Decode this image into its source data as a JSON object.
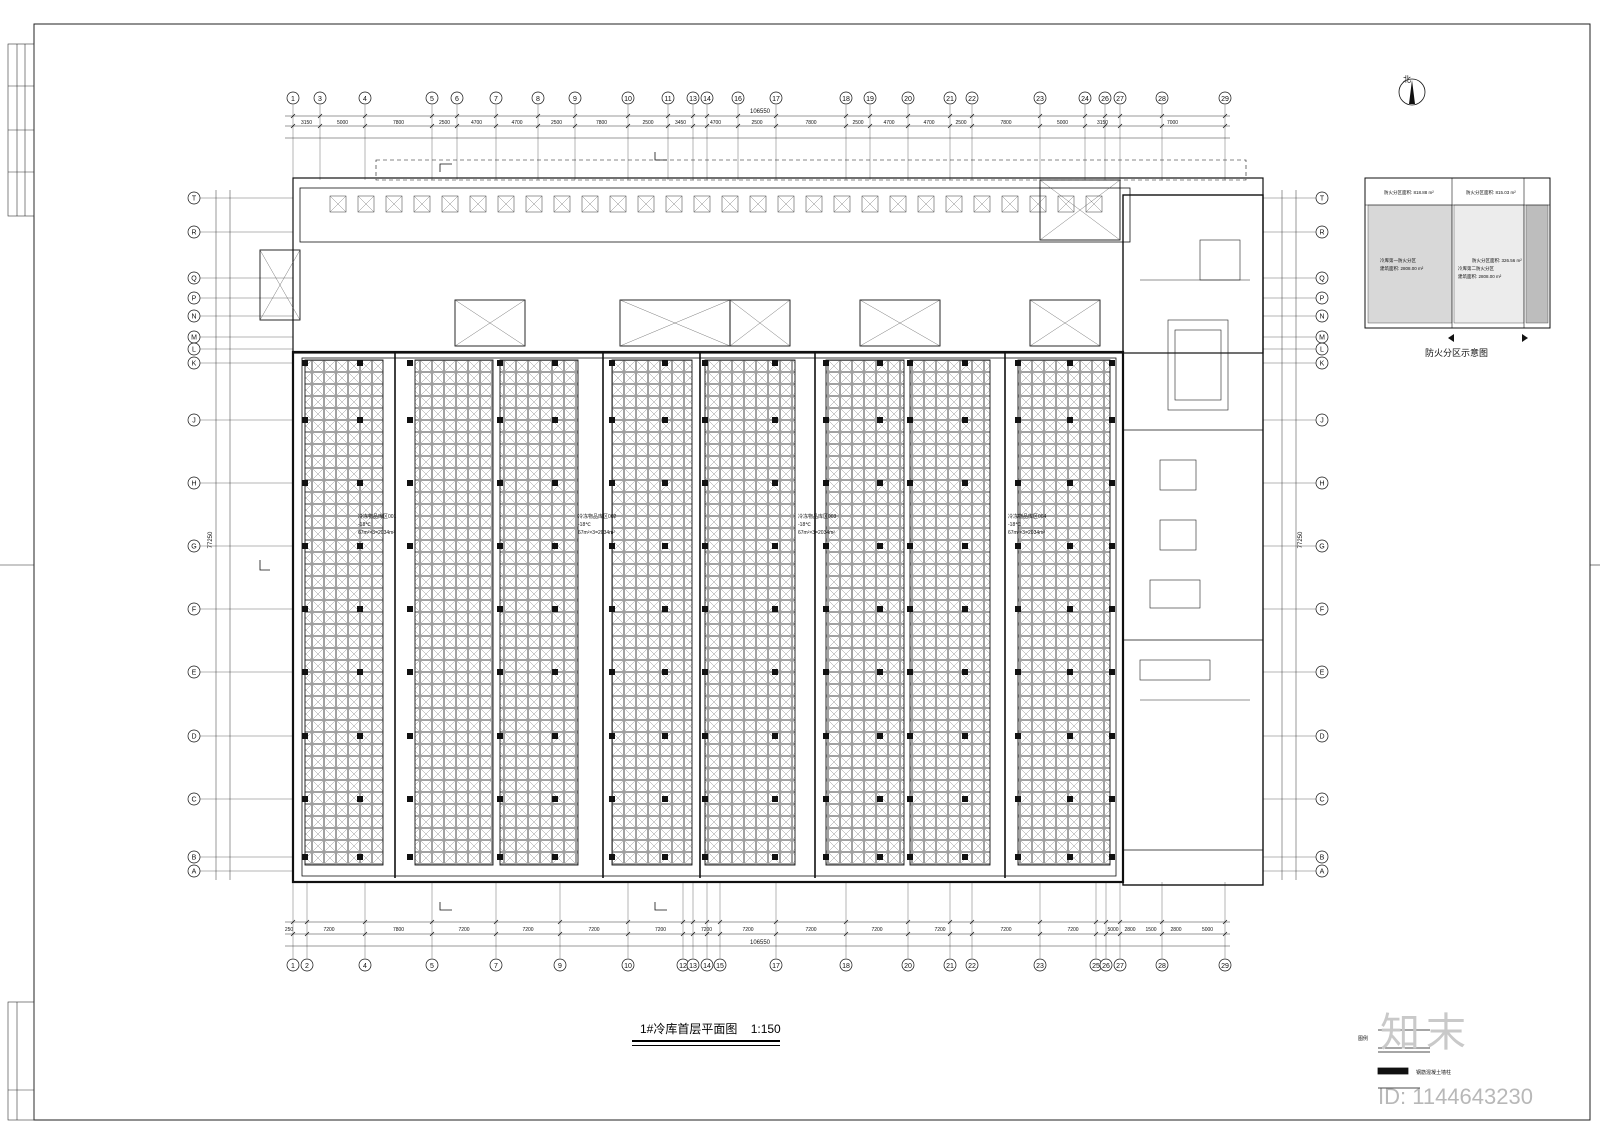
{
  "drawing": {
    "title": "1#冷库首层平面图",
    "scale": "1:150",
    "fire_zone_caption": "防火分区示意图",
    "north_label": "北"
  },
  "axes": {
    "columns_top": [
      "1",
      "3",
      "4",
      "5",
      "6",
      "7",
      "8",
      "9",
      "10",
      "11",
      "13",
      "14",
      "16",
      "17",
      "18",
      "19",
      "20",
      "21",
      "22",
      "23",
      "24",
      "26",
      "27",
      "28",
      "29"
    ],
    "columns_bottom": [
      "1",
      "2",
      "4",
      "5",
      "7",
      "9",
      "10",
      "12",
      "13",
      "14",
      "15",
      "17",
      "18",
      "20",
      "21",
      "22",
      "23",
      "25",
      "26",
      "27",
      "28",
      "29"
    ],
    "rows": [
      "T",
      "R",
      "Q",
      "P",
      "N",
      "M",
      "L",
      "K",
      "J",
      "H",
      "G",
      "F",
      "E",
      "D",
      "C",
      "B",
      "A"
    ],
    "overall_width": "106550",
    "overall_depth": "77250",
    "top_dims": [
      "3150",
      "5000",
      "7800",
      "2500",
      "4700",
      "4700",
      "2500",
      "7800",
      "2500",
      "3450",
      "4700",
      "2500",
      "7800",
      "2500",
      "4700",
      "4700",
      "2500",
      "7800",
      "5000",
      "3150",
      "7000"
    ],
    "bottom_dims": [
      "250",
      "7200",
      "7800",
      "7200",
      "7200",
      "7200",
      "7200",
      "7200",
      "7200",
      "7200",
      "7200",
      "7200",
      "7200",
      "7200",
      "5000",
      "2800",
      "1500",
      "2800",
      "5000"
    ]
  },
  "rooms": {
    "cold_rooms": [
      "冷冻物品库区001",
      "冷冻物品库区002",
      "冷冻物品库区003",
      "冷冻物品库区004"
    ],
    "cold_room_temp": "-18℃",
    "cold_room_area": "67m²×3=2034m²"
  },
  "fire_zones": {
    "zone1_area": "防火分区面积: 818.88 m²",
    "zone2_area": "防火分区面积: 815.03 m²",
    "zone3_area": "防火分区面积: 326.56 m²",
    "zone1_name": "冷库第一防火分区",
    "zone2_name": "冷库第二防火分区",
    "zone1_total": "建筑面积: 2808.00 m²",
    "zone2_total": "建筑面积: 2808.00 m²"
  },
  "notes": {
    "legend_title": "图例",
    "legend_item": "钢筋混凝土墙柱"
  },
  "watermark": {
    "brand": "知末",
    "id": "ID: 1144643230"
  },
  "colors": {
    "line": "#1a1a1a",
    "hatch": "#555555",
    "watermark": "#c8c8c8"
  }
}
